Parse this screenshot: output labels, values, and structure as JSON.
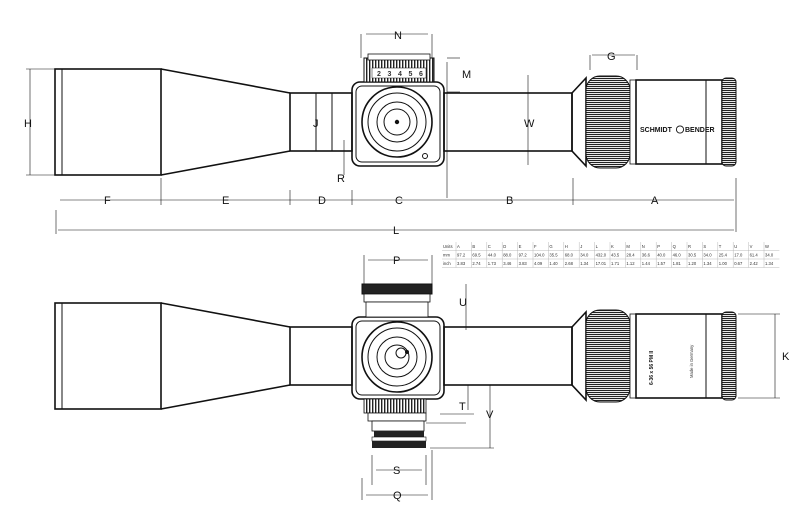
{
  "brand_text": "SCHMIDT",
  "brand_text_2": "BENDER",
  "side_model_text": "6-36 x 56 PM II",
  "side_origin_text": "Made in Germany",
  "dimension_labels": {
    "N": "N",
    "M": "M",
    "H": "H",
    "J": "J",
    "W": "W",
    "G": "G",
    "R": "R",
    "F": "F",
    "E": "E",
    "D": "D",
    "C": "C",
    "B": "B",
    "A": "A",
    "L": "L",
    "P": "P",
    "U": "U",
    "K": "K",
    "T": "T",
    "V": "V",
    "S": "S",
    "Q": "Q"
  },
  "spec_table": {
    "headers": [
      "Units",
      "A",
      "B",
      "C",
      "D",
      "E",
      "F",
      "G",
      "H",
      "J",
      "L",
      "K",
      "M",
      "N",
      "P",
      "Q",
      "R",
      "S",
      "T",
      "U",
      "V",
      "W"
    ],
    "rows": [
      [
        "mm",
        "97.2",
        "69.5",
        "44.0",
        "88.0",
        "97.2",
        "104.0",
        "35.5",
        "68.0",
        "34.0",
        "432.0",
        "43.5",
        "28.4",
        "36.6",
        "40.0",
        "46.0",
        "30.5",
        "34.0",
        "25.4",
        "17.0",
        "61.4",
        "34.0"
      ],
      [
        "inch",
        "3.83",
        "2.74",
        "1.73",
        "3.46",
        "3.83",
        "4.09",
        "1.40",
        "2.68",
        "1.34",
        "17.01",
        "1.71",
        "1.12",
        "1.44",
        "1.57",
        "1.81",
        "1.20",
        "1.34",
        "1.00",
        "0.67",
        "2.42",
        "1.34"
      ]
    ]
  },
  "turret_numbers": [
    "2",
    "3",
    "4",
    "5",
    "6"
  ]
}
